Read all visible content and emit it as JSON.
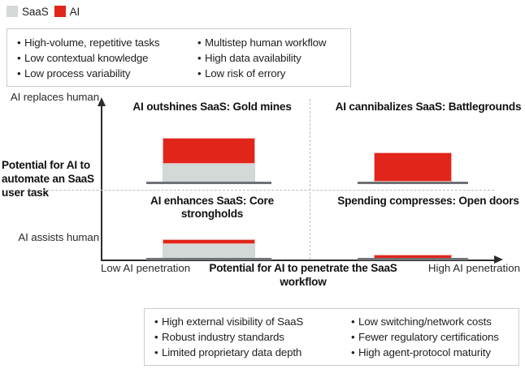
{
  "legend": {
    "items": [
      {
        "label": "SaaS",
        "color": "#d3d9d6",
        "icon": "square-swatch-icon"
      },
      {
        "label": "AI",
        "color": "#e1251b",
        "icon": "square-swatch-icon"
      }
    ]
  },
  "top_callout": {
    "columns": [
      {
        "bullets": [
          "High-volume, repetitive tasks",
          "Low contextual knowledge",
          "Low process variability"
        ]
      },
      {
        "bullets": [
          "Multistep human workflow",
          "High data availability",
          "Low risk of errory"
        ]
      }
    ]
  },
  "bottom_callout": {
    "columns": [
      {
        "bullets": [
          "High external visibility of SaaS",
          "Robust industry standards",
          "Limited proprietary data depth"
        ]
      },
      {
        "bullets": [
          "Low switching/network costs",
          "Fewer regulatory certifications",
          "High agent-protocol maturity"
        ]
      }
    ]
  },
  "axes": {
    "y_title": "Potential for AI to automate an SaaS user task",
    "y_top_label": "AI replaces human",
    "y_bottom_label": "AI assists human",
    "x_title": "Potential for AI to penetrate the SaaS workflow",
    "x_left_label": "Low AI penetration",
    "x_right_label": "High AI penetration"
  },
  "quadrants": {
    "top_left": "AI outshines SaaS: Gold mines",
    "top_right": "AI cannibalizes SaaS: Battlegrounds",
    "bottom_left": "AI enhances SaaS: Core strongholds",
    "bottom_right": "Spending compresses: Open doors"
  },
  "chart_data": {
    "type": "bar",
    "title": "",
    "subtitle": "",
    "xlabel": "Potential for AI to penetrate the SaaS workflow",
    "ylabel": "Potential for AI to automate an SaaS user task",
    "grid": false,
    "legend_position": "top-left",
    "x_axis_ticks": [
      "Low AI penetration",
      "High AI penetration"
    ],
    "y_axis_ticks": [
      "AI assists human",
      "AI replaces human"
    ],
    "quadrant_dividers": {
      "vertical": true,
      "horizontal": true
    },
    "categories": [
      "AI outshines SaaS: Gold mines",
      "AI cannibalizes SaaS: Battlegrounds",
      "AI enhances SaaS: Core strongholds",
      "Spending compresses: Open doors"
    ],
    "series": [
      {
        "name": "SaaS",
        "color": "#d3d9d6",
        "values": [
          22,
          2,
          26,
          0
        ]
      },
      {
        "name": "AI",
        "color": "#e1251b",
        "values": [
          36,
          40,
          5,
          4
        ]
      }
    ],
    "stacked": true,
    "ylim": [
      0,
      100
    ],
    "annotations": [
      "Top-left quadrant: large red AI block stacked over a smaller grey SaaS block.",
      "Top-right quadrant: tall red AI block with negligible SaaS base.",
      "Bottom-left quadrant: wide grey SaaS block capped by a thin red AI sliver.",
      "Bottom-right quadrant: thin red AI sliver only."
    ]
  }
}
